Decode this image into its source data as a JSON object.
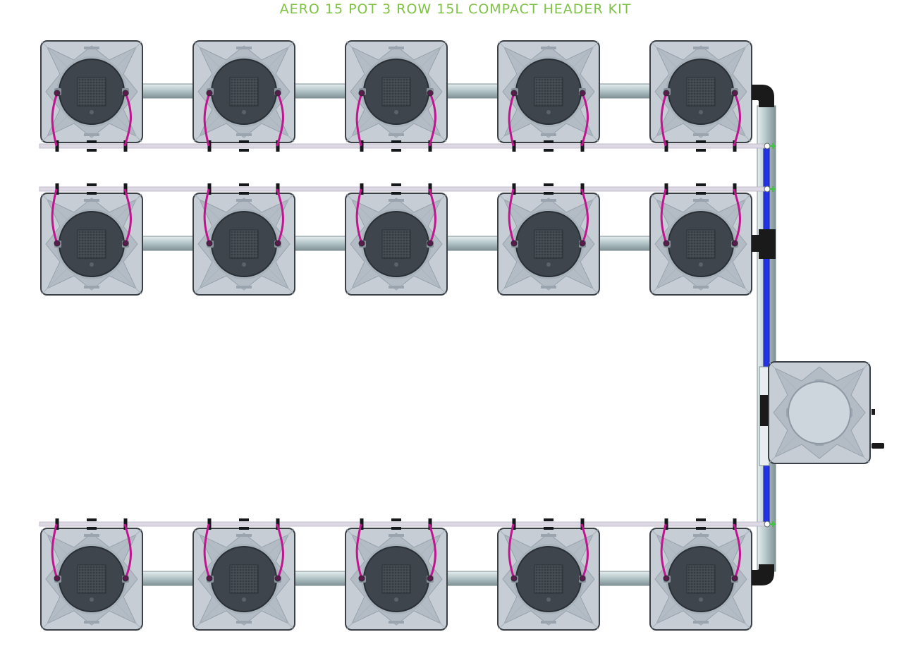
{
  "title": "AERO 15 POT 3 ROW 15L COMPACT HEADER KIT",
  "colors": {
    "title": "#7dc242",
    "pot_body": "#c4ccd3",
    "pot_edge": "#3a4046",
    "lid": "#3e454c",
    "pipe": "#b9c9cc",
    "drip_line": "#c2148f",
    "feed_line": "#ddd9e4",
    "supply_hose": "#2432e6",
    "elbow": "#1a1a1a",
    "connector": "#3cc43c"
  },
  "layout_grid": {
    "rows": 3,
    "pots_per_row": 5
  },
  "icons": [
    "pot-icon",
    "header-tank-icon",
    "elbow-icon",
    "connector-icon"
  ]
}
